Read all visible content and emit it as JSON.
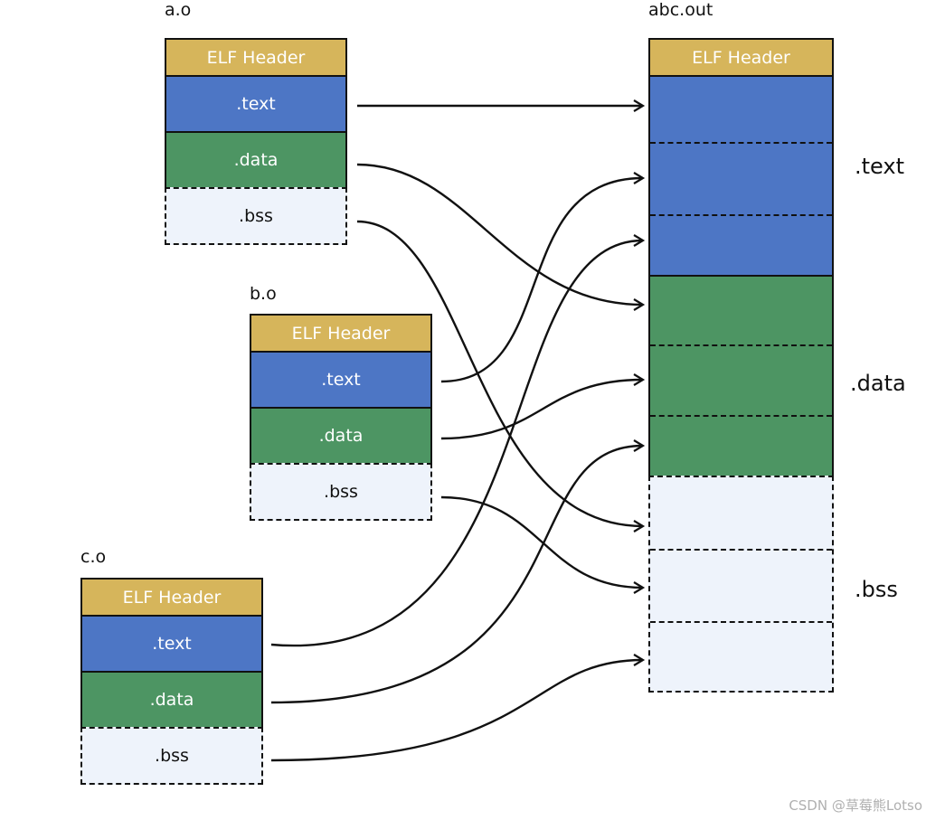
{
  "inputs": [
    {
      "name": "a.o",
      "sections": {
        "header": "ELF Header",
        "text": ".text",
        "data": ".data",
        "bss": ".bss"
      }
    },
    {
      "name": "b.o",
      "sections": {
        "header": "ELF Header",
        "text": ".text",
        "data": ".data",
        "bss": ".bss"
      }
    },
    {
      "name": "c.o",
      "sections": {
        "header": "ELF Header",
        "text": ".text",
        "data": ".data",
        "bss": ".bss"
      }
    }
  ],
  "output": {
    "name": "abc.out",
    "header": "ELF Header",
    "labels": {
      "text": ".text",
      "data": ".data",
      "bss": ".bss"
    }
  },
  "colors": {
    "header": "#d6b55b",
    "text": "#4d76c5",
    "data": "#4d9563",
    "bss": "#eef3fb"
  },
  "watermark": "CSDN @草莓熊Lotso"
}
